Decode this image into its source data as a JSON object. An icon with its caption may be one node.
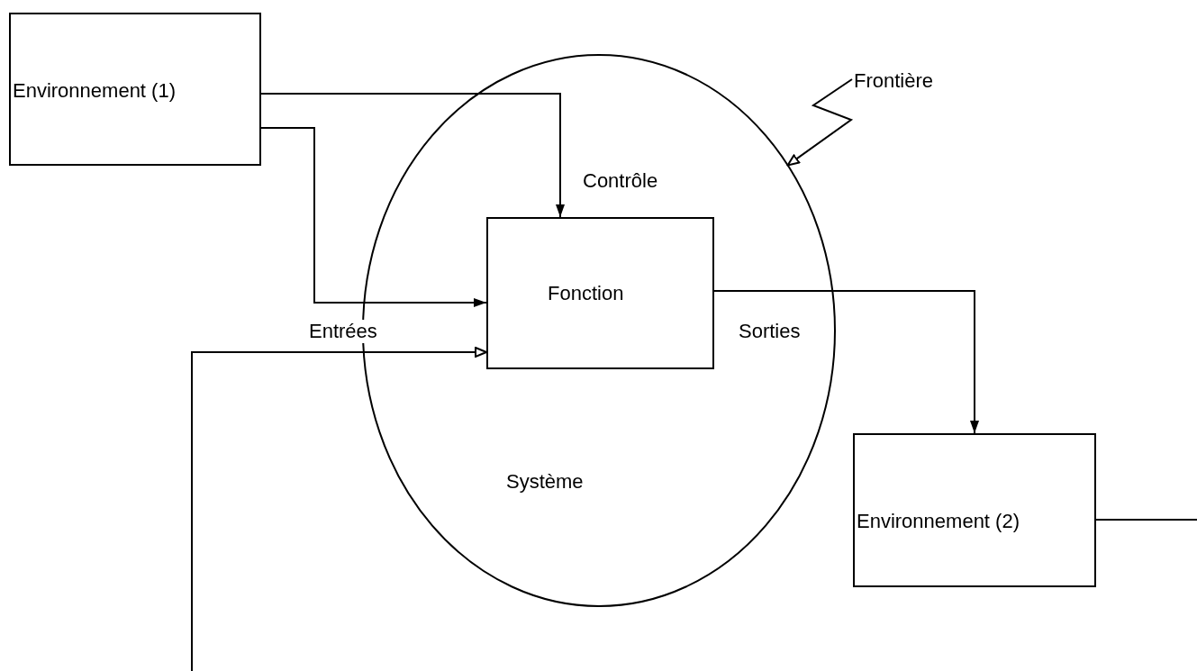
{
  "diagram": {
    "nodes": [
      {
        "text": [
          "Environnement (1)"
        ]
      },
      {
        "text": [
          "Système"
        ]
      },
      {
        "text": [
          "Fonction"
        ],
        "in": 1
      },
      {
        "text": [
          "Environnement (2)"
        ]
      },
      {
        "text": [
          "Frontière"
        ]
      }
    ],
    "edges": [
      {
        "from": 0,
        "to": 2,
        "arrow": "to",
        "label": "Contrôle"
      },
      {
        "from": 0,
        "to": 2,
        "arrow": "to",
        "label": "Entrées"
      },
      {
        "from": null,
        "to": 2,
        "arrow": "to"
      },
      {
        "from": 2,
        "to": 3,
        "arrow": "to",
        "label": "Sorties"
      },
      {
        "from": 3,
        "to": null,
        "arrow": "none"
      },
      {
        "from": 4,
        "to": 1,
        "arrow": "to"
      }
    ]
  }
}
